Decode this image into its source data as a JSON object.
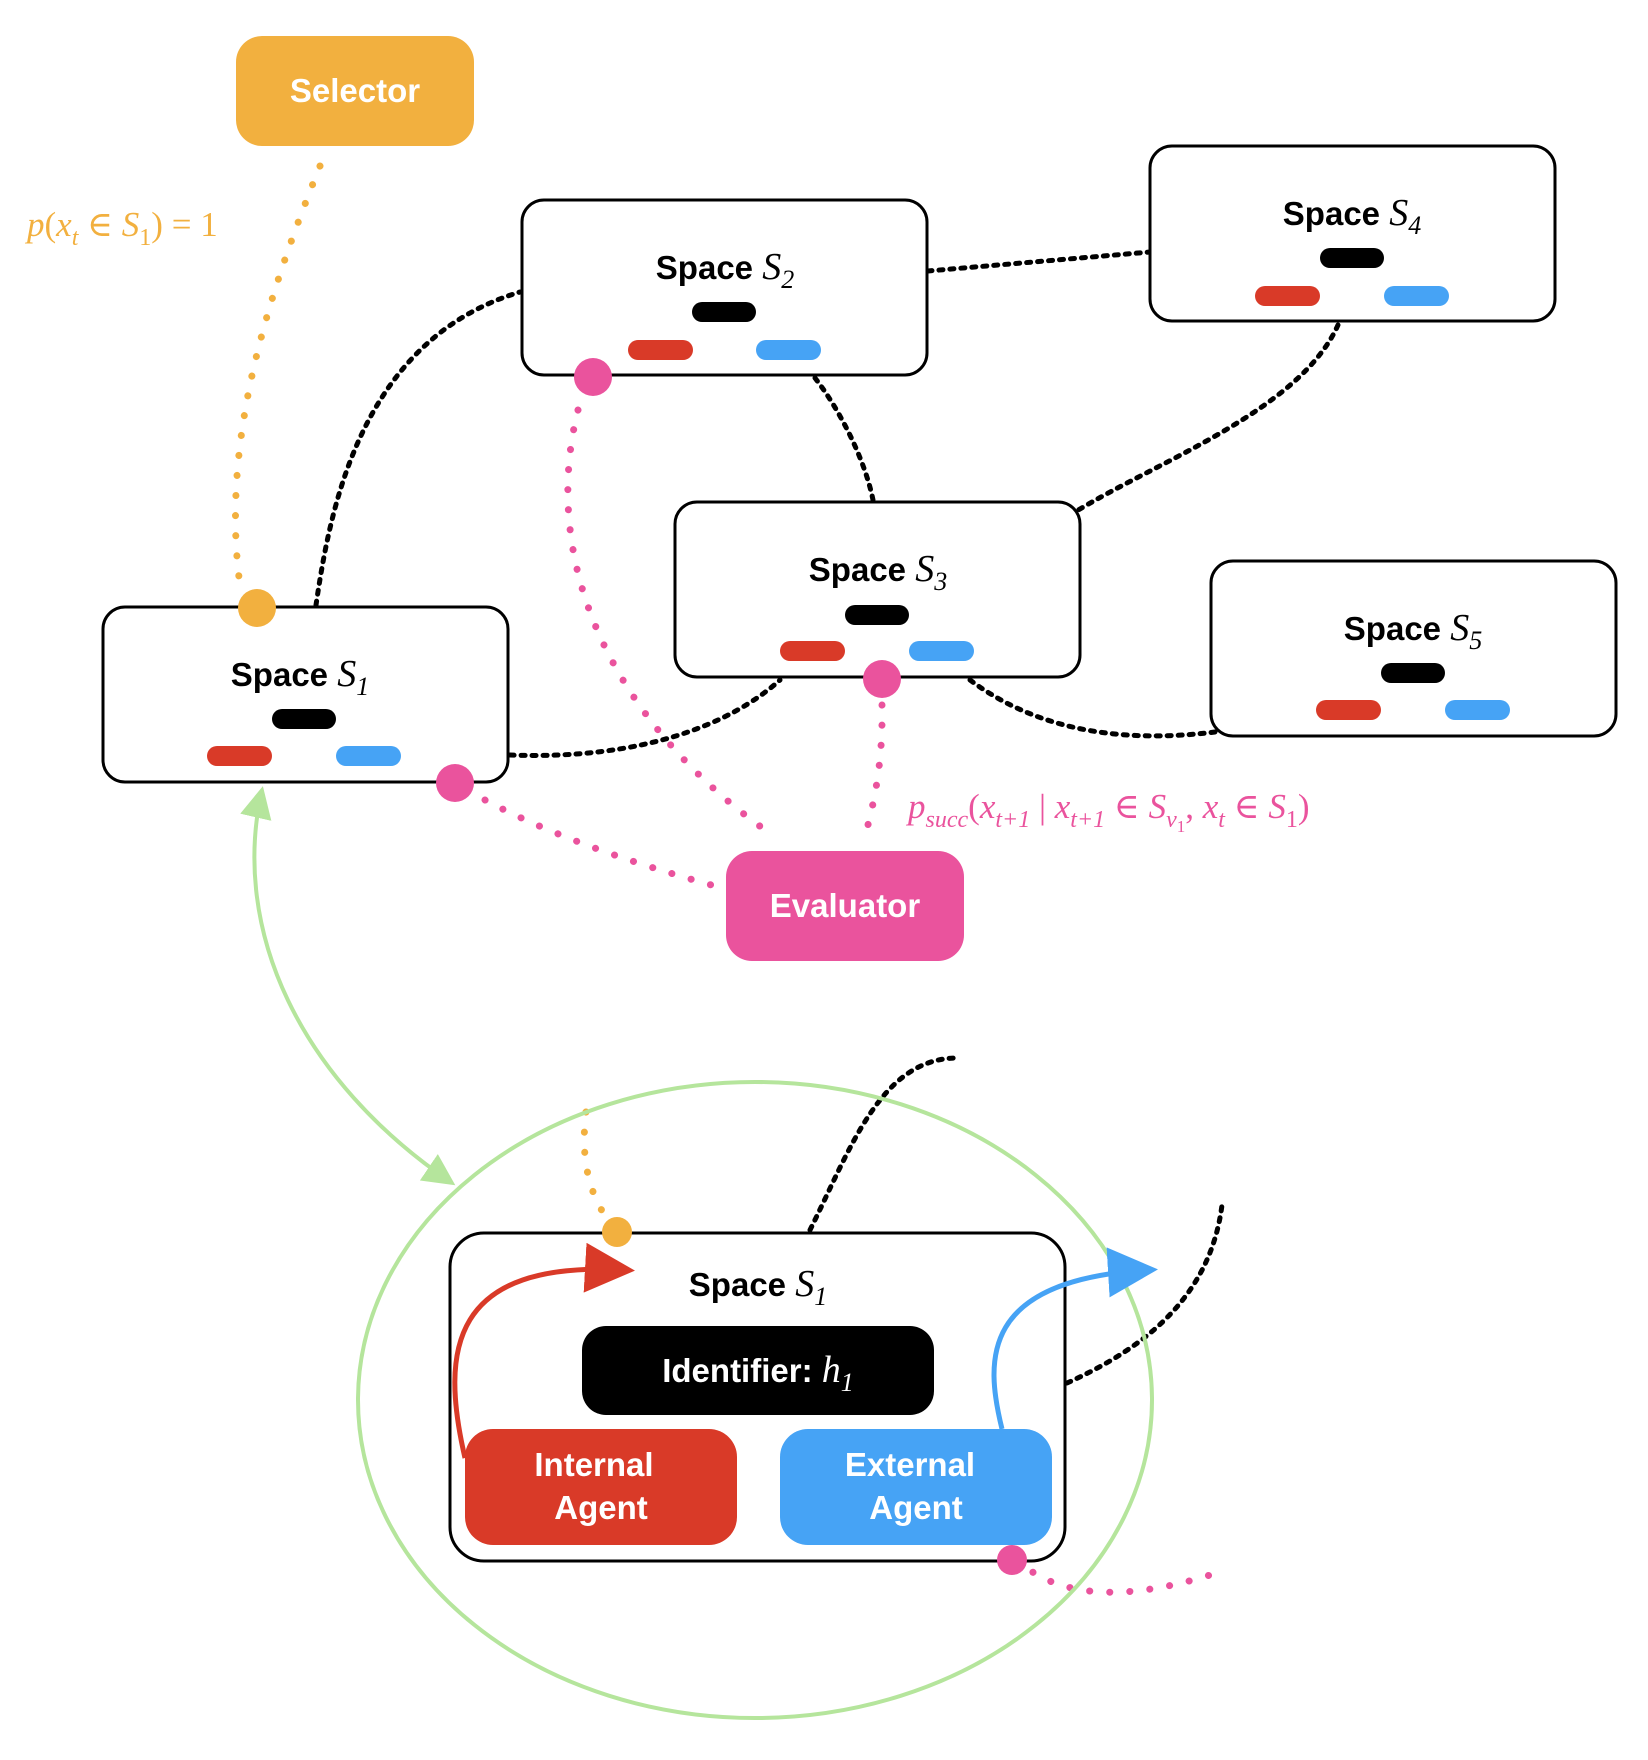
{
  "colors": {
    "selector": "#F2B03F",
    "evaluator": "#EA539D",
    "internal": "#D93A28",
    "external": "#46A3F5",
    "link": "#000000",
    "highlight": "#B5E59C"
  },
  "selector": {
    "label": "Selector"
  },
  "evaluator": {
    "label": "Evaluator"
  },
  "formulas": {
    "selector_prob": {
      "p": "p",
      "open": "(",
      "x": "x",
      "t": "t",
      "in": " ∈ ",
      "S": "S",
      "one": "1",
      "close": ") = 1"
    },
    "evaluator_prob": {
      "p": "p",
      "succ": "succ",
      "open": "(",
      "x1": "x",
      "t1": "t+1",
      "bar": " | ",
      "x2": "x",
      "t2": "t+1",
      "in1": " ∈ ",
      "S1": "S",
      "v": "v",
      "vsub": "1",
      "comma": ", ",
      "x3": "x",
      "t3": "t",
      "in2": " ∈ ",
      "S2": "S",
      "one": "1",
      "close": ")"
    }
  },
  "spaces": {
    "s1": {
      "prefix": "Space ",
      "var": "S",
      "sub": "1"
    },
    "s2": {
      "prefix": "Space ",
      "var": "S",
      "sub": "2"
    },
    "s3": {
      "prefix": "Space ",
      "var": "S",
      "sub": "3"
    },
    "s4": {
      "prefix": "Space ",
      "var": "S",
      "sub": "4"
    },
    "s5": {
      "prefix": "Space ",
      "var": "S",
      "sub": "5"
    }
  },
  "detail": {
    "title": {
      "prefix": "Space ",
      "var": "S",
      "sub": "1"
    },
    "identifier": {
      "prefix": "Identifier: ",
      "var": "h",
      "sub": "1"
    },
    "internal_agent": {
      "line1": "Internal",
      "line2": "Agent"
    },
    "external_agent": {
      "line1": "External",
      "line2": "Agent"
    }
  }
}
